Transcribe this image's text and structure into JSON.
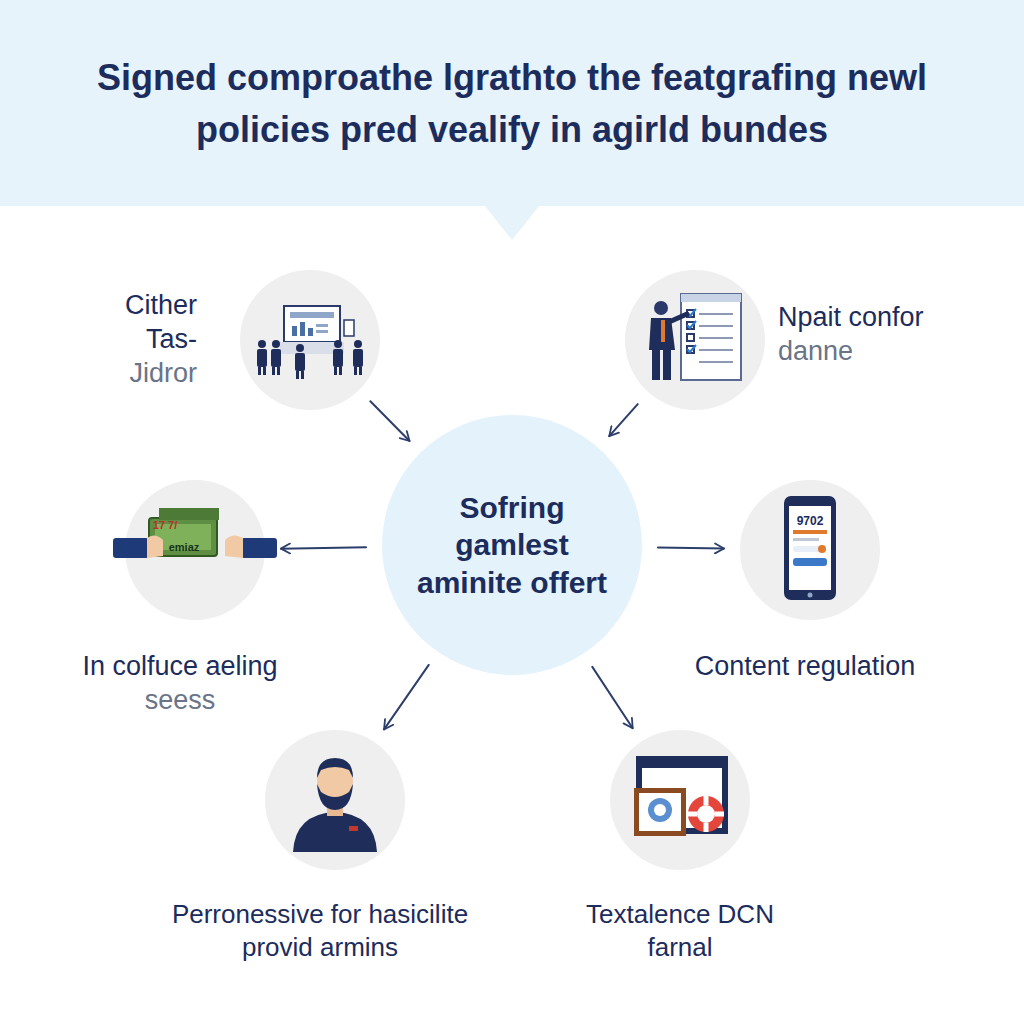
{
  "diagram": {
    "title": "Signed comproathe lgrathto the featgrafing newl policies pred vealify in agirld bundes",
    "nodes": [
      {
        "text": [
          "Cither Tas-",
          "Jidror"
        ]
      },
      {
        "text": [
          "Npait confor",
          "danne"
        ]
      },
      {
        "text": [
          "Sofring gamlest aminite offert"
        ]
      },
      {
        "text": [
          "In colfuce aeling",
          "seess"
        ]
      },
      {
        "text": [
          "Content regulation"
        ]
      },
      {
        "text": [
          "Perronessive for hasicilite provid armins"
        ]
      },
      {
        "text": [
          "Textalence DCN farnal"
        ]
      }
    ],
    "edges": [
      {
        "from": 0,
        "to": 2,
        "arrow": "to"
      },
      {
        "from": 1,
        "to": 2,
        "arrow": "to"
      },
      {
        "from": 2,
        "to": 3,
        "arrow": "to"
      },
      {
        "from": 2,
        "to": 4,
        "arrow": "to"
      },
      {
        "from": 2,
        "to": 5,
        "arrow": "to"
      },
      {
        "from": 2,
        "to": 6,
        "arrow": "to"
      }
    ],
    "labels": [
      "17 7/",
      "emiaz",
      "9702"
    ]
  }
}
